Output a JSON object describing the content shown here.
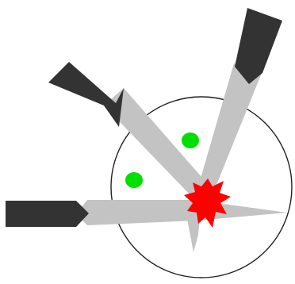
{
  "diagram": {
    "background": "#ffffff",
    "colors": {
      "arrow_shaft": "#c3c3c3",
      "arrow_cap": "#333333",
      "circle_stroke": "#222222",
      "circle_fill": "#ffffff",
      "dots": "#00e000",
      "burst": "#ff0000"
    },
    "elements": [
      {
        "name": "target-circle"
      },
      {
        "name": "arrow-upper-right"
      },
      {
        "name": "arrow-upper-left"
      },
      {
        "name": "arrow-left"
      },
      {
        "name": "green-dot-top"
      },
      {
        "name": "green-dot-bottom"
      },
      {
        "name": "impact-burst"
      }
    ]
  }
}
